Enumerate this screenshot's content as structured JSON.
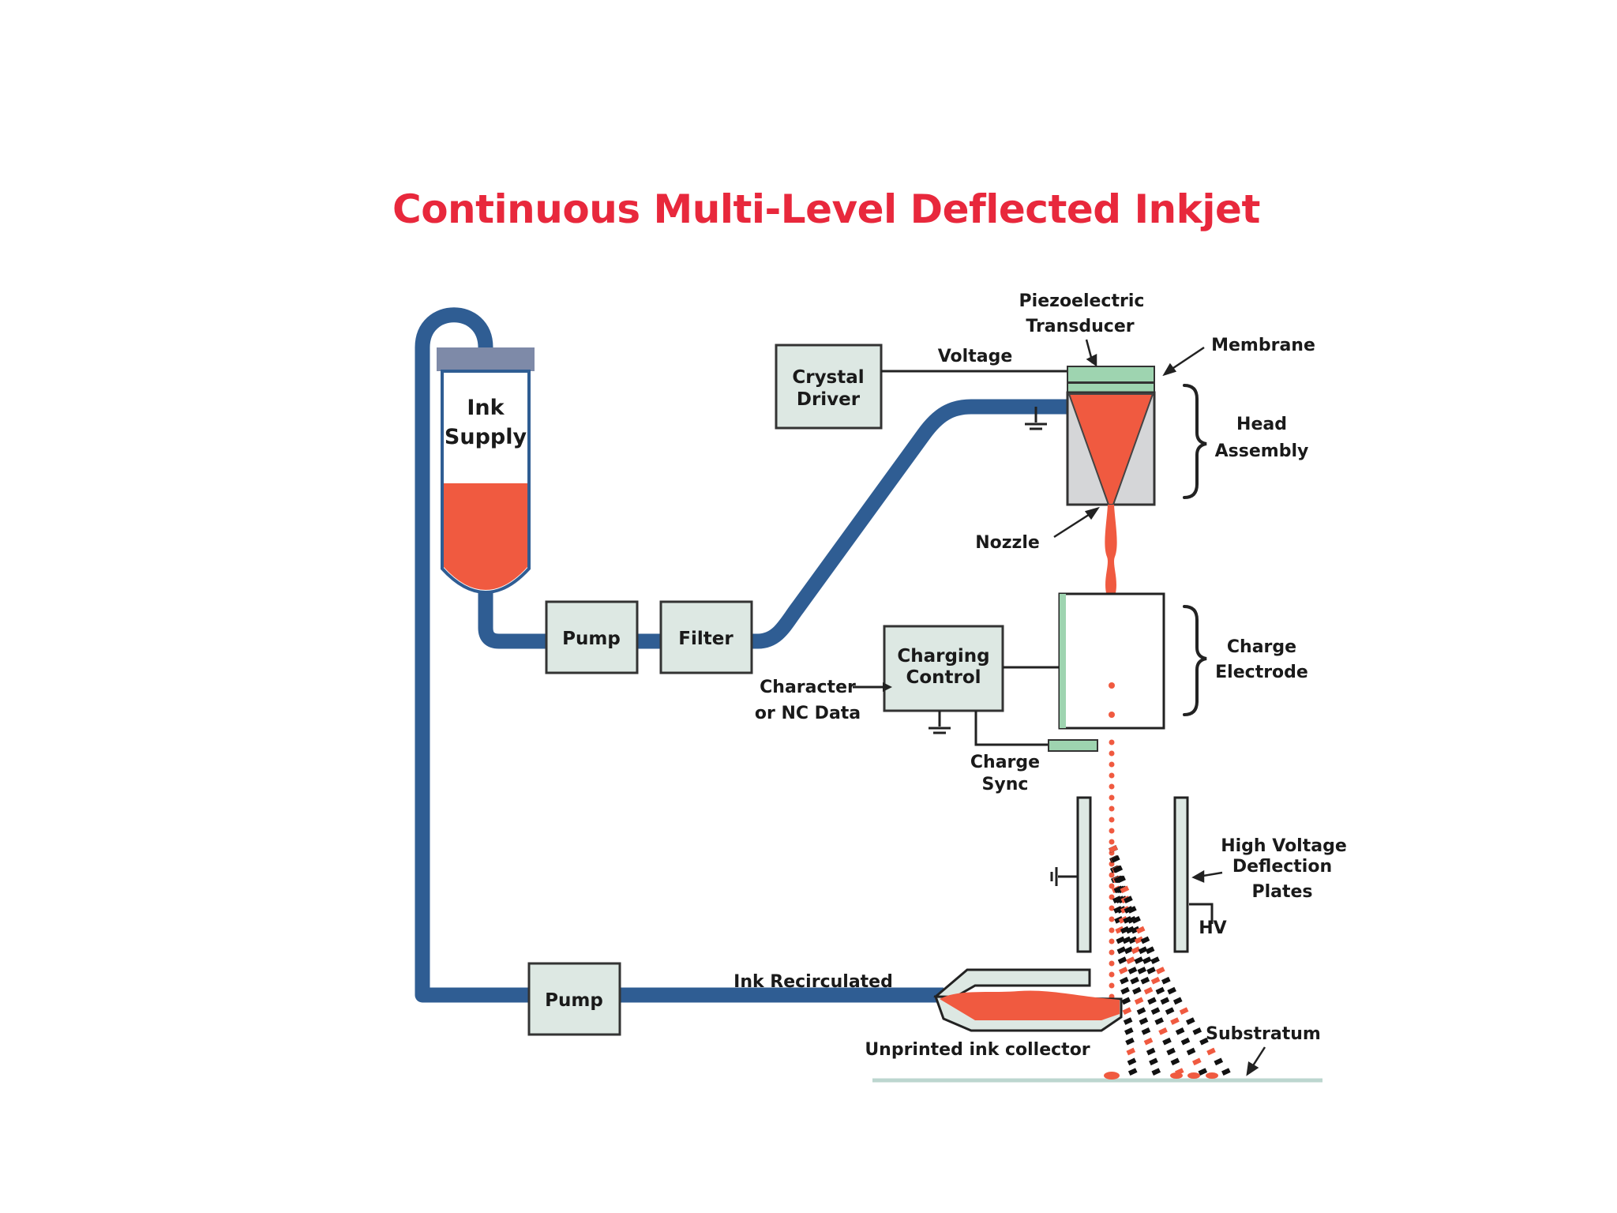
{
  "title": "Continuous Multi-Level Deflected Inkjet",
  "colors": {
    "title": "#e8283c",
    "pipe": "#2f5d93",
    "ink": "#f05a40",
    "box_fill": "#dde8e3",
    "membrane": "#9ed4b0",
    "head_body": "#d5d6d8",
    "supply_cap": "#7e8aa8"
  },
  "labels": {
    "ink_supply_1": "Ink",
    "ink_supply_2": "Supply",
    "crystal_driver_1": "Crystal",
    "crystal_driver_2": "Driver",
    "pump_top": "Pump",
    "filter": "Filter",
    "charging_control_1": "Charging",
    "charging_control_2": "Control",
    "pump_bottom": "Pump",
    "voltage": "Voltage",
    "piezo_1": "Piezoelectric",
    "piezo_2": "Transducer",
    "membrane": "Membrane",
    "head_assembly_1": "Head",
    "head_assembly_2": "Assembly",
    "nozzle": "Nozzle",
    "charge_electrode_1": "Charge",
    "charge_electrode_2": "Electrode",
    "character_data_1": "Character",
    "character_data_2": "or NC Data",
    "charge_sync_1": "Charge",
    "charge_sync_2": "Sync",
    "hv_plates_1": "High Voltage",
    "hv_plates_2": "Deflection",
    "hv_plates_3": "Plates",
    "hv": "HV",
    "ink_recirculated": "Ink Recirculated",
    "unprinted_collector": "Unprinted ink collector",
    "substratum": "Substratum"
  }
}
